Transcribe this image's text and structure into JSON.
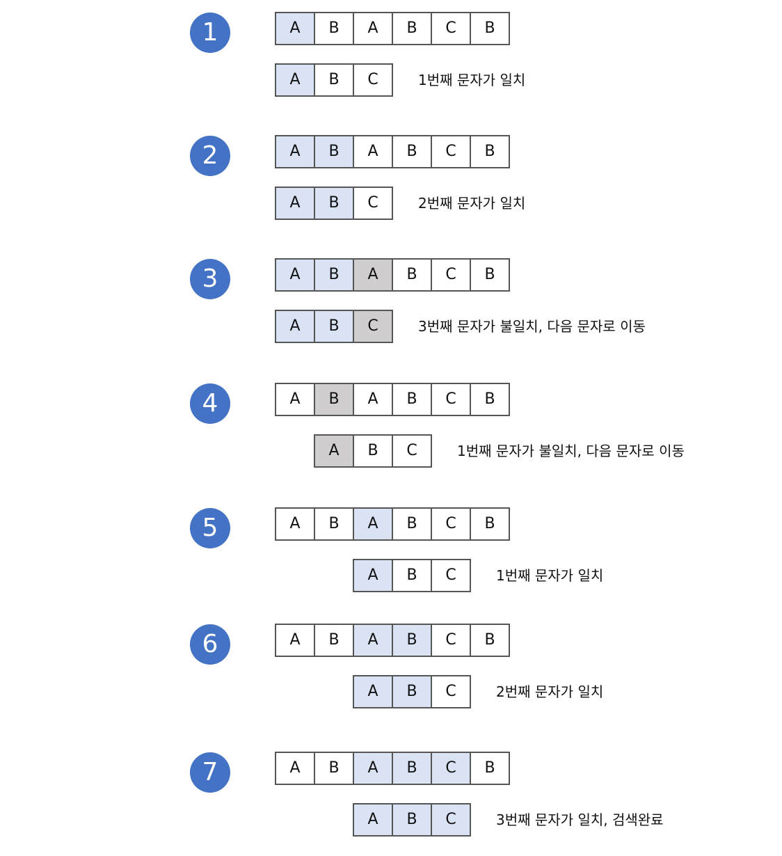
{
  "colors": {
    "badge": "#4472c4",
    "match": "#dae3f3",
    "mismatch": "#d0cece",
    "border": "#555555"
  },
  "steps": [
    {
      "number": "1",
      "text": {
        "cells": [
          "A",
          "B",
          "A",
          "B",
          "C",
          "B"
        ],
        "states": [
          "match",
          "",
          "",
          "",
          "",
          ""
        ]
      },
      "pattern": {
        "offset": 0,
        "cells": [
          "A",
          "B",
          "C"
        ],
        "states": [
          "match",
          "",
          ""
        ]
      },
      "note": "1번째 문자가 일치"
    },
    {
      "number": "2",
      "text": {
        "cells": [
          "A",
          "B",
          "A",
          "B",
          "C",
          "B"
        ],
        "states": [
          "match",
          "match",
          "",
          "",
          "",
          ""
        ]
      },
      "pattern": {
        "offset": 0,
        "cells": [
          "A",
          "B",
          "C"
        ],
        "states": [
          "match",
          "match",
          ""
        ]
      },
      "note": "2번째 문자가 일치"
    },
    {
      "number": "3",
      "text": {
        "cells": [
          "A",
          "B",
          "A",
          "B",
          "C",
          "B"
        ],
        "states": [
          "match",
          "match",
          "mismatch",
          "",
          "",
          ""
        ]
      },
      "pattern": {
        "offset": 0,
        "cells": [
          "A",
          "B",
          "C"
        ],
        "states": [
          "match",
          "match",
          "mismatch"
        ]
      },
      "note": "3번째 문자가 불일치, 다음 문자로 이동"
    },
    {
      "number": "4",
      "text": {
        "cells": [
          "A",
          "B",
          "A",
          "B",
          "C",
          "B"
        ],
        "states": [
          "",
          "mismatch",
          "",
          "",
          "",
          ""
        ]
      },
      "pattern": {
        "offset": 1,
        "cells": [
          "A",
          "B",
          "C"
        ],
        "states": [
          "mismatch",
          "",
          ""
        ]
      },
      "note": "1번째 문자가 불일치, 다음 문자로 이동"
    },
    {
      "number": "5",
      "text": {
        "cells": [
          "A",
          "B",
          "A",
          "B",
          "C",
          "B"
        ],
        "states": [
          "",
          "",
          "match",
          "",
          "",
          ""
        ]
      },
      "pattern": {
        "offset": 2,
        "cells": [
          "A",
          "B",
          "C"
        ],
        "states": [
          "match",
          "",
          ""
        ]
      },
      "note": "1번째 문자가 일치"
    },
    {
      "number": "6",
      "text": {
        "cells": [
          "A",
          "B",
          "A",
          "B",
          "C",
          "B"
        ],
        "states": [
          "",
          "",
          "match",
          "match",
          "",
          ""
        ]
      },
      "pattern": {
        "offset": 2,
        "cells": [
          "A",
          "B",
          "C"
        ],
        "states": [
          "match",
          "match",
          ""
        ]
      },
      "note": "2번째 문자가 일치"
    },
    {
      "number": "7",
      "text": {
        "cells": [
          "A",
          "B",
          "A",
          "B",
          "C",
          "B"
        ],
        "states": [
          "",
          "",
          "match",
          "match",
          "match",
          ""
        ]
      },
      "pattern": {
        "offset": 2,
        "cells": [
          "A",
          "B",
          "C"
        ],
        "states": [
          "match",
          "match",
          "match"
        ]
      },
      "note": "3번째 문자가 일치, 검색완료"
    }
  ]
}
